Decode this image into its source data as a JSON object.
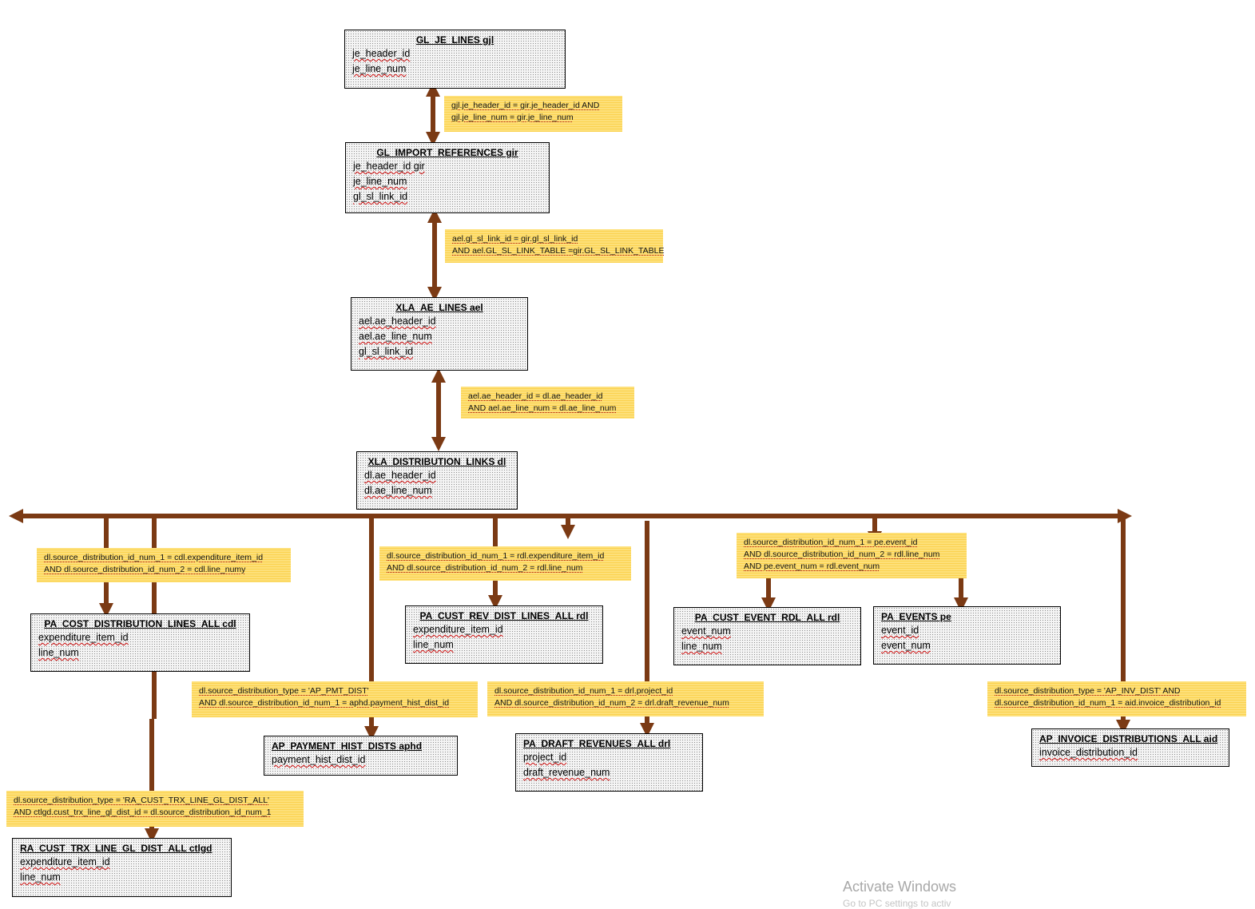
{
  "boxes": {
    "gl_je_lines": {
      "title": "GL_JE_LINES gjl",
      "fields": [
        "je_header_id",
        "je_line_num"
      ]
    },
    "gl_import_references": {
      "title": "GL_IMPORT_REFERENCES gir",
      "fields": [
        "je_header_id gir",
        "je_line_num",
        "gl_sl_link_id"
      ]
    },
    "xla_ae_lines": {
      "title": "XLA_AE_LINES ael",
      "fields": [
        "ael.ae_header_id",
        "ael.ae_line_num",
        "gl_sl_link_id"
      ]
    },
    "xla_distribution_links": {
      "title": "XLA_DISTRIBUTION_LINKS dl",
      "fields": [
        "dl.ae_header_id",
        "dl.ae_line_num"
      ]
    },
    "pa_cost_distribution_lines_all": {
      "title": "PA_COST_DISTRIBUTION_LINES_ALL cdl",
      "fields": [
        "expenditure_item_id",
        "line_num"
      ]
    },
    "pa_cust_rev_dist_lines_all": {
      "title": "PA_CUST_REV_DIST_LINES_ALL rdl",
      "fields": [
        "expenditure_item_id",
        "line_num"
      ]
    },
    "pa_cust_event_rdl_all": {
      "title": "PA_CUST_EVENT_RDL_ALL rdl",
      "fields": [
        "event_num",
        "line_num"
      ]
    },
    "pa_events": {
      "title": "PA_EVENTS pe",
      "fields": [
        "event_id",
        "event_num"
      ]
    },
    "ap_payment_hist_dists": {
      "title": "AP_PAYMENT_HIST_DISTS aphd",
      "fields": [
        "payment_hist_dist_id"
      ]
    },
    "pa_draft_revenues_all": {
      "title": "PA_DRAFT_REVENUES_ALL drl",
      "fields": [
        "project_id",
        "draft_revenue_num"
      ]
    },
    "ap_invoice_distributions_all": {
      "title": "AP_INVOICE_DISTRIBUTIONS_ALL aid",
      "fields": [
        "invoice_distribution_id"
      ]
    },
    "ra_cust_trx_line_gl_dist_all": {
      "title": "RA_CUST_TRX_LINE_GL_DIST_ALL ctlgd",
      "fields": [
        "expenditure_item_id",
        "line_num"
      ]
    }
  },
  "notes": {
    "gjl_gir": [
      "gjl.je_header_id = gir.je_header_id AND",
      "gjl.je_line_num = gir.je_line_num"
    ],
    "ael_gir": [
      "ael.gl_sl_link_id = gir.gl_sl_link_id",
      "AND ael.GL_SL_LINK_TABLE =gir.GL_SL_LINK_TABLE"
    ],
    "ael_dl": [
      "ael.ae_header_id = dl.ae_header_id",
      "AND ael.ae_line_num = dl.ae_line_num"
    ],
    "cdl": [
      "dl.source_distribution_id_num_1 = cdl.expenditure_item_id",
      "AND dl.source_distribution_id_num_2 = cdl.line_numy"
    ],
    "rdl": [
      "dl.source_distribution_id_num_1 = rdl.expenditure_item_id",
      "AND dl.source_distribution_id_num_2 = rdl.line_num"
    ],
    "pe": [
      "dl.source_distribution_id_num_1 = pe.event_id",
      "AND dl.source_distribution_id_num_2 = rdl.line_num",
      "AND pe.event_num = rdl.event_num"
    ],
    "aphd": [
      "dl.source_distribution_type = 'AP_PMT_DIST'",
      "AND dl.source_distribution_id_num_1 = aphd.payment_hist_dist_id"
    ],
    "drl": [
      "dl.source_distribution_id_num_1 = drl.project_id",
      "AND dl.source_distribution_id_num_2 = drl.draft_revenue_num"
    ],
    "aid": [
      "dl.source_distribution_type = 'AP_INV_DIST' AND",
      "dl.source_distribution_id_num_1 = aid.invoice_distribution_id"
    ],
    "ctlgd": [
      "dl.source_distribution_type = 'RA_CUST_TRX_LINE_GL_DIST_ALL'",
      "AND ctlgd.cust_trx_line_gl_dist_id = dl.source_distribution_id_num_1"
    ]
  },
  "watermark": {
    "line1": "Activate Windows",
    "line2": "Go to PC settings to activ"
  },
  "colors": {
    "connector": "#7b3a14",
    "note_bg": "#fde07a",
    "underline": "#d01010"
  }
}
